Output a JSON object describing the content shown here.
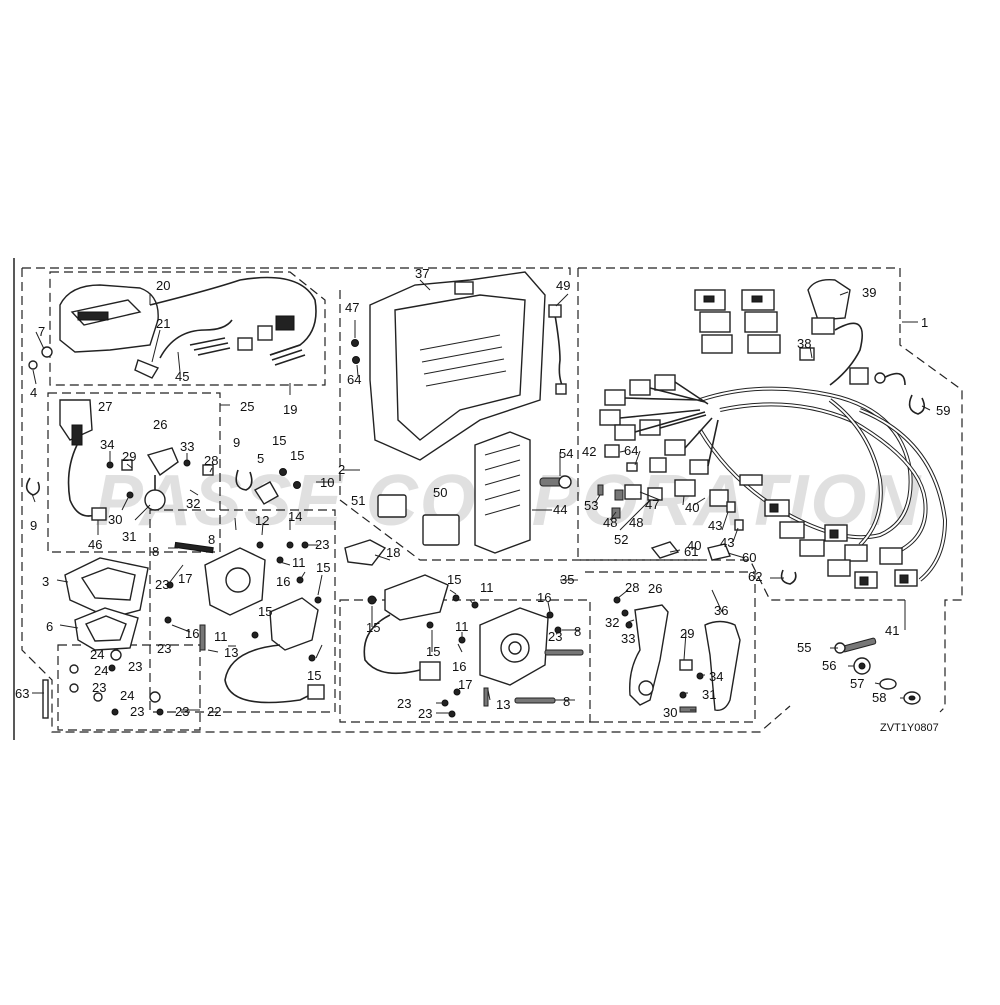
{
  "diagram": {
    "code": "ZVT1Y0807",
    "watermark": "PASSE CORPORATION",
    "callouts": {
      "c1": "1",
      "c2": "2",
      "c3": "3",
      "c4": "4",
      "c5": "5",
      "c6": "6",
      "c7": "7",
      "c8a": "8",
      "c8b": "8",
      "c8c": "8",
      "c8d": "8",
      "c9a": "9",
      "c9b": "9",
      "c10": "10",
      "c11a": "11",
      "c11b": "11",
      "c11c": "11",
      "c11d": "11",
      "c12": "12",
      "c13a": "13",
      "c13b": "13",
      "c14": "14",
      "c15a": "15",
      "c15b": "15",
      "c15c": "15",
      "c15d": "15",
      "c15e": "15",
      "c15f": "15",
      "c15g": "15",
      "c15h": "15",
      "c16a": "16",
      "c16b": "16",
      "c16c": "16",
      "c16d": "16",
      "c17a": "17",
      "c17b": "17",
      "c18": "18",
      "c19": "19",
      "c20": "20",
      "c21": "21",
      "c22": "22",
      "c23a": "23",
      "c23b": "23",
      "c23c": "23",
      "c23d": "23",
      "c23e": "23",
      "c23f": "23",
      "c23g": "23",
      "c23h": "23",
      "c23i": "23",
      "c23j": "23",
      "c24a": "24",
      "c24b": "24",
      "c24c": "24",
      "c25": "25",
      "c26a": "26",
      "c26b": "26",
      "c27": "27",
      "c28a": "28",
      "c28b": "28",
      "c29a": "29",
      "c29b": "29",
      "c30a": "30",
      "c30b": "30",
      "c31a": "31",
      "c31b": "31",
      "c32a": "32",
      "c32b": "32",
      "c33a": "33",
      "c33b": "33",
      "c34a": "34",
      "c34b": "34",
      "c35": "35",
      "c36": "36",
      "c37": "37",
      "c38": "38",
      "c39": "39",
      "c40a": "40",
      "c40b": "40",
      "c41": "41",
      "c42": "42",
      "c43a": "43",
      "c43b": "43",
      "c44": "44",
      "c45": "45",
      "c46": "46",
      "c47a": "47",
      "c47b": "47",
      "c48a": "48",
      "c48b": "48",
      "c49": "49",
      "c50": "50",
      "c51": "51",
      "c52": "52",
      "c53": "53",
      "c54": "54",
      "c55": "55",
      "c56": "56",
      "c57": "57",
      "c58": "58",
      "c59": "59",
      "c60": "60",
      "c61": "61",
      "c62": "62",
      "c63": "63",
      "c64a": "64",
      "c64b": "64"
    }
  }
}
